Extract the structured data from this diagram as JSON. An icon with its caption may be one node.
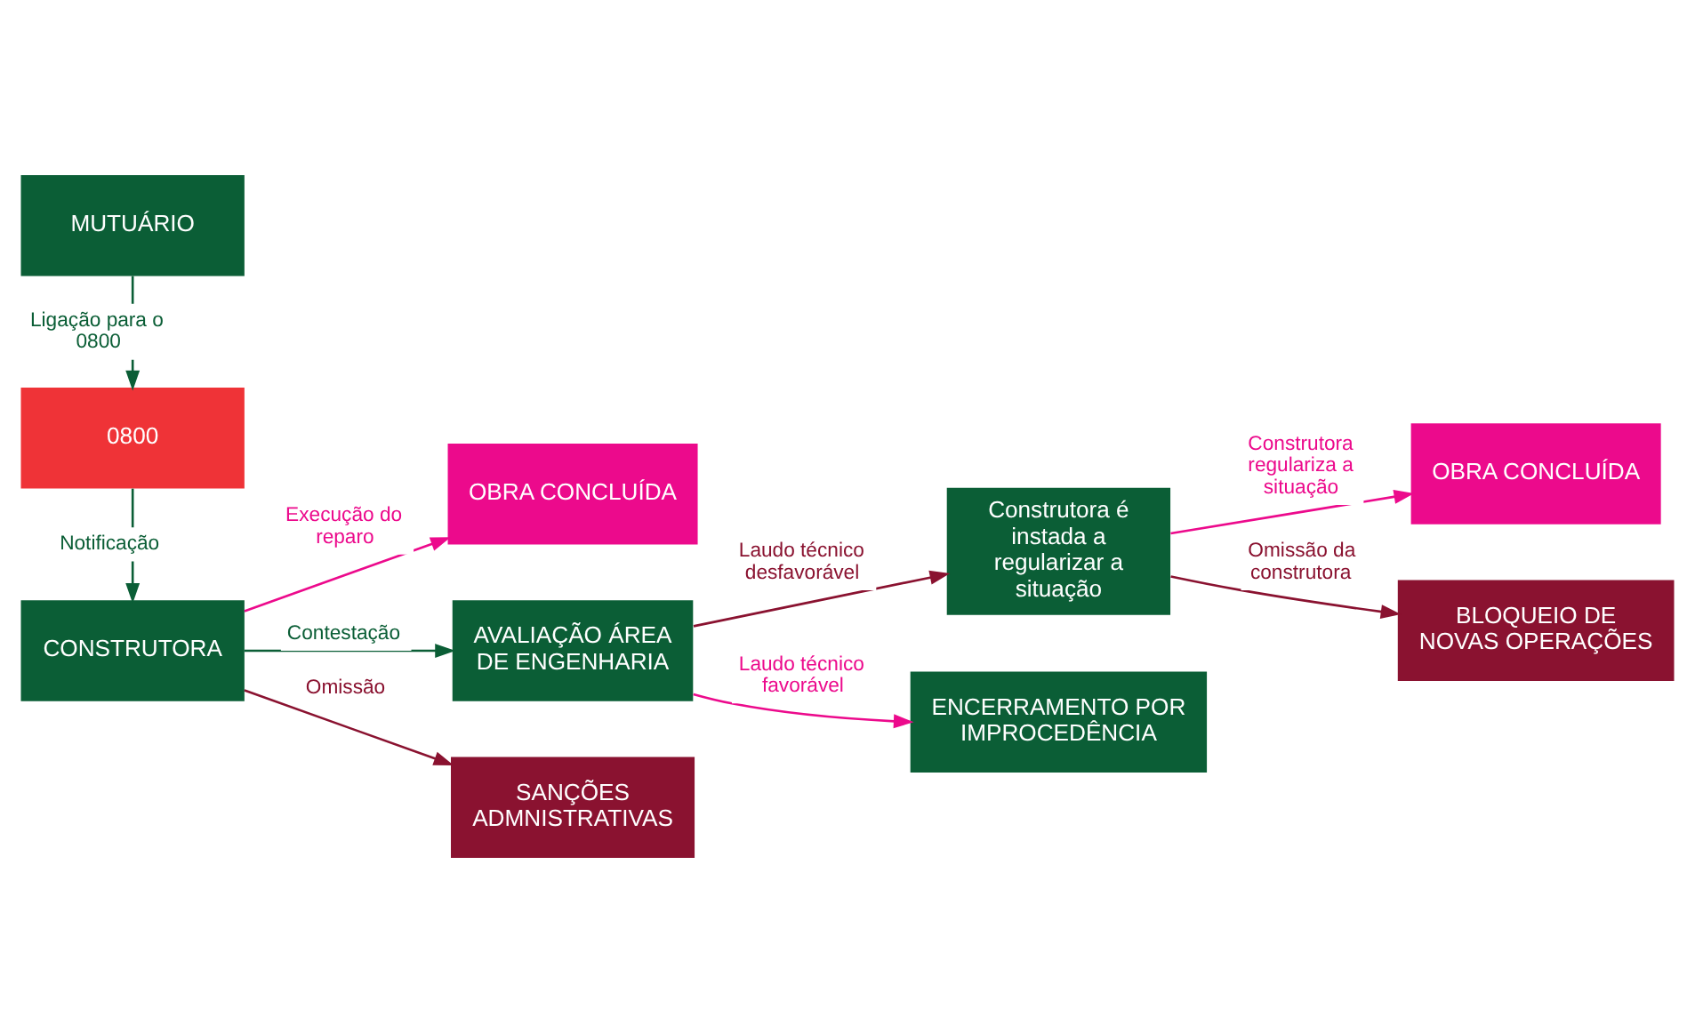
{
  "diagram": {
    "nodes": [
      {
        "text": [
          "MUTUÁRIO"
        ]
      },
      {
        "text": [
          "0800"
        ]
      },
      {
        "text": [
          "CONSTRUTORA"
        ]
      },
      {
        "text": [
          "OBRA CONCLUÍDA"
        ]
      },
      {
        "text": [
          "AVALIAÇÃO ÁREA DE ENGENHARIA"
        ]
      },
      {
        "text": [
          "SANÇÕES ADMNISTRATIVAS"
        ]
      },
      {
        "text": [
          "Construtora é instada a regularizar a situação"
        ]
      },
      {
        "text": [
          "ENCERRAMENTO POR IMPROCEDÊNCIA"
        ]
      },
      {
        "text": [
          "OBRA CONCLUÍDA"
        ]
      },
      {
        "text": [
          "BLOQUEIO DE NOVAS OPERAÇÕES"
        ]
      }
    ],
    "edges": [
      {
        "from": 0,
        "to": 1,
        "arrow": "to",
        "label": "Ligação para o 0800",
        "color": "#0b5e36"
      },
      {
        "from": 1,
        "to": 2,
        "arrow": "to",
        "label": "Notificação",
        "color": "#0b5e36"
      },
      {
        "from": 2,
        "to": 3,
        "arrow": "to",
        "label": "Execução do reparo",
        "color": "#ec0a8c"
      },
      {
        "from": 2,
        "to": 4,
        "arrow": "to",
        "label": "Contestação",
        "color": "#0b5e36"
      },
      {
        "from": 2,
        "to": 5,
        "arrow": "to",
        "label": "Omissão",
        "color": "#8a1230"
      },
      {
        "from": 4,
        "to": 6,
        "arrow": "to",
        "label": "Laudo técnico desfavorável",
        "color": "#8a1230"
      },
      {
        "from": 4,
        "to": 7,
        "arrow": "to",
        "label": "Laudo técnico favorável",
        "color": "#ec0a8c"
      },
      {
        "from": 6,
        "to": 8,
        "arrow": "to",
        "label": "Construtora regulariza a situação",
        "color": "#ec0a8c"
      },
      {
        "from": 6,
        "to": 9,
        "arrow": "to",
        "label": "Omissão da construtora",
        "color": "#8a1230"
      }
    ]
  }
}
